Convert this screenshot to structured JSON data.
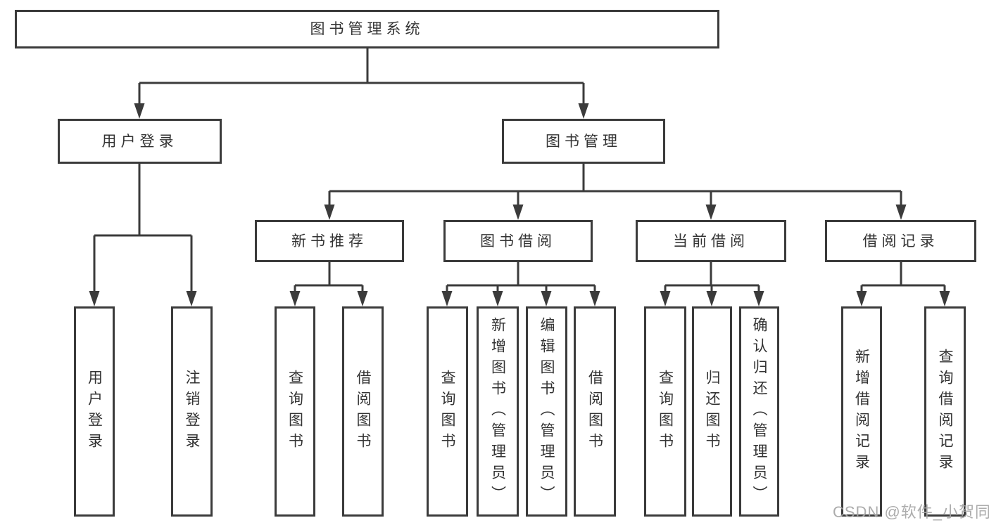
{
  "diagram": {
    "root": "图书管理系统",
    "level2": {
      "user_login": "用户登录",
      "book_management": "图书管理"
    },
    "level3": {
      "new_book_recommend": "新书推荐",
      "book_borrow": "图书借阅",
      "current_borrow": "当前借阅",
      "borrow_records": "借阅记录"
    },
    "leaves": {
      "user_login": [
        "用户登录",
        "注销登录"
      ],
      "new_book_recommend": [
        "查询图书",
        "借阅图书"
      ],
      "book_borrow": [
        "查询图书",
        "新增图书（管理员）",
        "编辑图书（管理员）",
        "借阅图书"
      ],
      "current_borrow": [
        "查询图书",
        "归还图书",
        "确认归还（管理员）"
      ],
      "borrow_records": [
        "新增借阅记录",
        "查询借阅记录"
      ]
    }
  },
  "watermark": "CSDN @软件_小贺同学",
  "colors": {
    "line": "#3b3b3b",
    "text": "#333333",
    "background": "#ffffff",
    "watermark": "#a6a6a6"
  }
}
